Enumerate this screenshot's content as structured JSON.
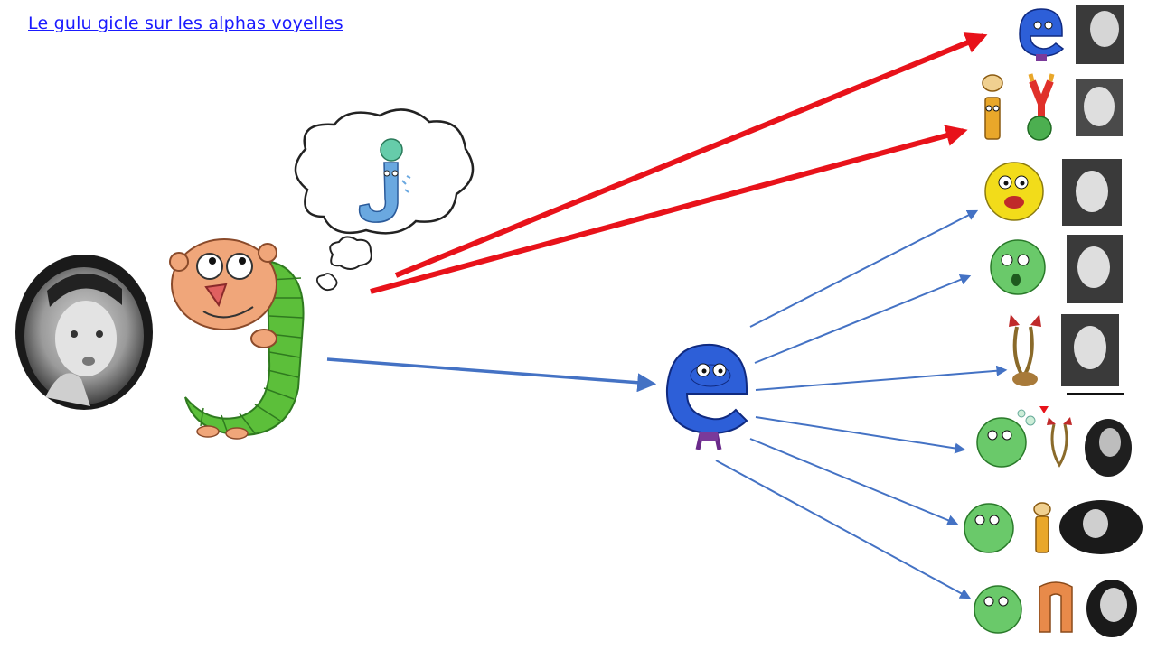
{
  "title": "Le gulu gicle sur les alphas voyelles",
  "colors": {
    "red_arrow": "#e8121a",
    "blue_arrow": "#4472c4",
    "gulu_green": "#5cbf3a",
    "gulu_face": "#f0a67a",
    "e_blue": "#2d5fd8",
    "jet_blue": "#6aa8e0",
    "o_yellow": "#f2dc1a",
    "u_green": "#6ac96a",
    "i_orange": "#e9a72a",
    "y_red": "#e0302a",
    "n_orange": "#e88a4a"
  },
  "icons": [
    "girl-photo",
    "gulu-character",
    "thought-bubble",
    "j-jet-character",
    "e-character",
    "row-e",
    "row-i-y",
    "row-o",
    "row-u",
    "row-a",
    "row-ou",
    "row-ui",
    "row-un"
  ]
}
